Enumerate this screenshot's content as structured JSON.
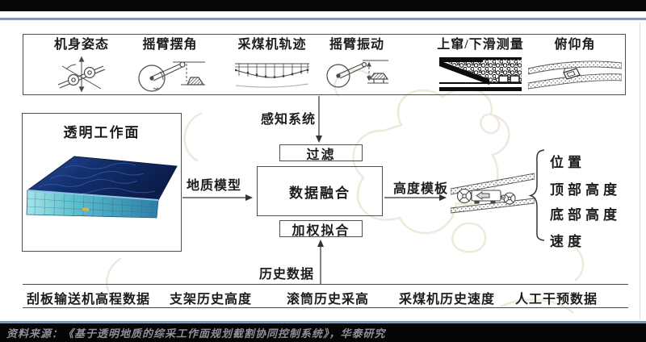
{
  "figure": {
    "sensor_panel": {
      "items": [
        {
          "label": "机身姿态",
          "icon": "body-attitude"
        },
        {
          "label": "摇臂摆角",
          "icon": "rocker-swing-angle"
        },
        {
          "label": "采煤机轨迹",
          "icon": "shearer-trajectory"
        },
        {
          "label": "摇臂振动",
          "icon": "rocker-vibration"
        },
        {
          "label": "上窜/下滑测量",
          "icon": "creep-slide-measurement"
        },
        {
          "label": "俯仰角",
          "icon": "pitch-angle"
        }
      ]
    },
    "perception_label": "感知系统",
    "filter_label": "过滤",
    "fusion_label": "数据融合",
    "weighted_fit_label": "加权拟合",
    "geology_model_label": "地质模型",
    "height_template_label": "高度模板",
    "history_label": "历史数据",
    "workface_title": "透明工作面",
    "outputs": [
      "位置",
      "顶部高度",
      "底部高度",
      "速度"
    ],
    "history_sources": [
      "刮板输送机高程数据",
      "支架历史高度",
      "滚筒历史采高",
      "采煤机历史速度",
      "人工干预数据"
    ]
  },
  "footer": {
    "source": "资料来源：《基于透明地质的综采工作面规划截割协同控制系统》，华泰研究"
  },
  "colors": {
    "accent_line": "#8196b2",
    "footer_bg": "#050505",
    "footer_text": "#8b9099",
    "diagram_ink": "#3c3c3c",
    "terrain_top": "#13306f",
    "terrain_front": "#6fc8d2",
    "watermark": "#f0e8da"
  }
}
